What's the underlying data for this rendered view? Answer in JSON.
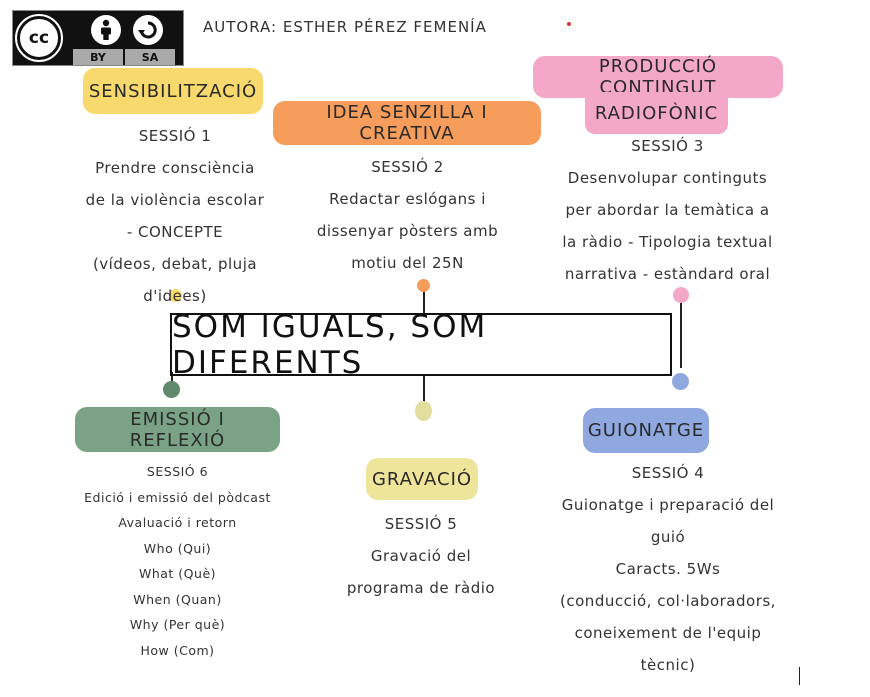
{
  "license": {
    "cc_mark": "cc",
    "by_label": "BY",
    "sa_label": "SA",
    "icons": [
      "cc-icon",
      "attribution-icon",
      "share-alike-icon"
    ]
  },
  "author": "AUTORA: ESTHER PÉREZ FEMENÍA",
  "center_title": "SOM IGUALS, SOM DIFERENTS",
  "nodes": {
    "sensibilitzacio": {
      "title": "SENSIBILITZACIÓ",
      "color": "#f8d96d",
      "lines": [
        "SESSIÓ 1",
        "Prendre consciència",
        "de la violència escolar",
        "- CONCEPTE",
        "(vídeos, debat, pluja",
        "d'idees)"
      ]
    },
    "idea": {
      "title": "IDEA SENZILLA I CREATIVA",
      "color": "#f69d5b",
      "lines": [
        "SESSIÓ 2",
        "Redactar eslógans i",
        "dissenyar pòsters amb",
        "motiu del 25N"
      ]
    },
    "produccio": {
      "title_line1": "PRODUCCIÓ CONTINGUT",
      "title_line2": "RADIOFÒNIC",
      "color": "#f4a8c8",
      "lines": [
        "SESSIÓ 3",
        "Desenvolupar continguts",
        "per abordar la temàtica a",
        "la ràdio - Tipologia textual",
        "narrativa - estàndard oral"
      ]
    },
    "emissio": {
      "title": "EMISSIÓ I REFLEXIÓ",
      "color": "#7aa386",
      "lines": [
        "SESSIÓ 6",
        "Edició i emissió del pòdcast",
        "Avaluació i retorn",
        "Who (Qui)",
        "What (Què)",
        "When (Quan)",
        "Why (Per què)",
        "How (Com)"
      ]
    },
    "gravacio": {
      "title": "GRAVACIÓ",
      "color": "#efe59a",
      "lines": [
        "SESSIÓ 5",
        "Gravació del",
        "programa de ràdio"
      ]
    },
    "guionatge": {
      "title": "GUIONATGE",
      "color": "#8fa8e0",
      "lines": [
        "SESSIÓ 4",
        "Guionatge i preparació del",
        "guió",
        "Caracts. 5Ws",
        "(conducció, col·laboradors,",
        "coneixement de l'equip",
        "tècnic)"
      ]
    }
  },
  "dot_colors": {
    "yellow": "#f8d96d",
    "orange": "#f69d5b",
    "pink": "#f4a8c8",
    "green": "#5f8a6c",
    "khaki": "#e2df9e",
    "blue": "#8fa8e0"
  }
}
